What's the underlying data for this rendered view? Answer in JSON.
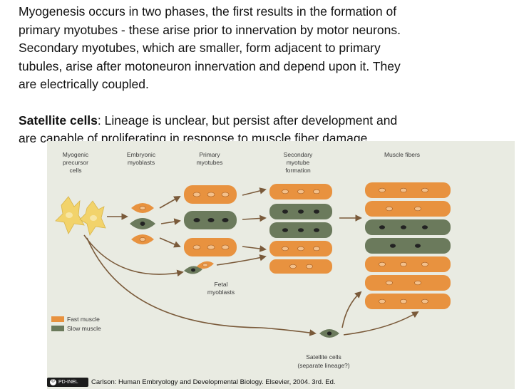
{
  "intro_lines": [
    "Myogenesis occurs in two phases, the first results in the formation of",
    "primary myotubes - these arise prior to innervation by motor neurons.",
    "Secondary myotubes, which are smaller, form adjacent to primary",
    "tubules, arise after motoneuron innervation and depend upon it.  They",
    "are electrically coupled."
  ],
  "satellite": {
    "term": "Satellite cells",
    "line1": ":  Lineage is unclear, but persist after development and",
    "line2": "are capable of proliferating in response to muscle fiber damage."
  },
  "figure": {
    "labels": {
      "myogenic_1": "Myogenic",
      "myogenic_2": "precursor",
      "myogenic_3": "cells",
      "embryonic_1": "Embryonic",
      "embryonic_2": "myoblasts",
      "primary_1": "Primary",
      "primary_2": "myotubes",
      "secondary_1": "Secondary",
      "secondary_2": "myotube",
      "secondary_3": "formation",
      "fibers": "Muscle fibers",
      "fetal_1": "Fetal",
      "fetal_2": "myoblasts",
      "satellite_1": "Satellite cells",
      "satellite_2": "(separate lineage?)"
    },
    "legend": {
      "fast": "Fast muscle",
      "slow": "Slow muscle"
    },
    "colors": {
      "fast": "#e8923f",
      "slow": "#6b7a5c",
      "precursor": "#f2d36b",
      "arrow": "#7a5a3a",
      "background": "#e9ebe2"
    }
  },
  "caption": {
    "badge": "PD-INEL",
    "text": "Carlson: Human Embryology and Developmental Biology. Elsevier, 2004. 3rd. Ed."
  }
}
